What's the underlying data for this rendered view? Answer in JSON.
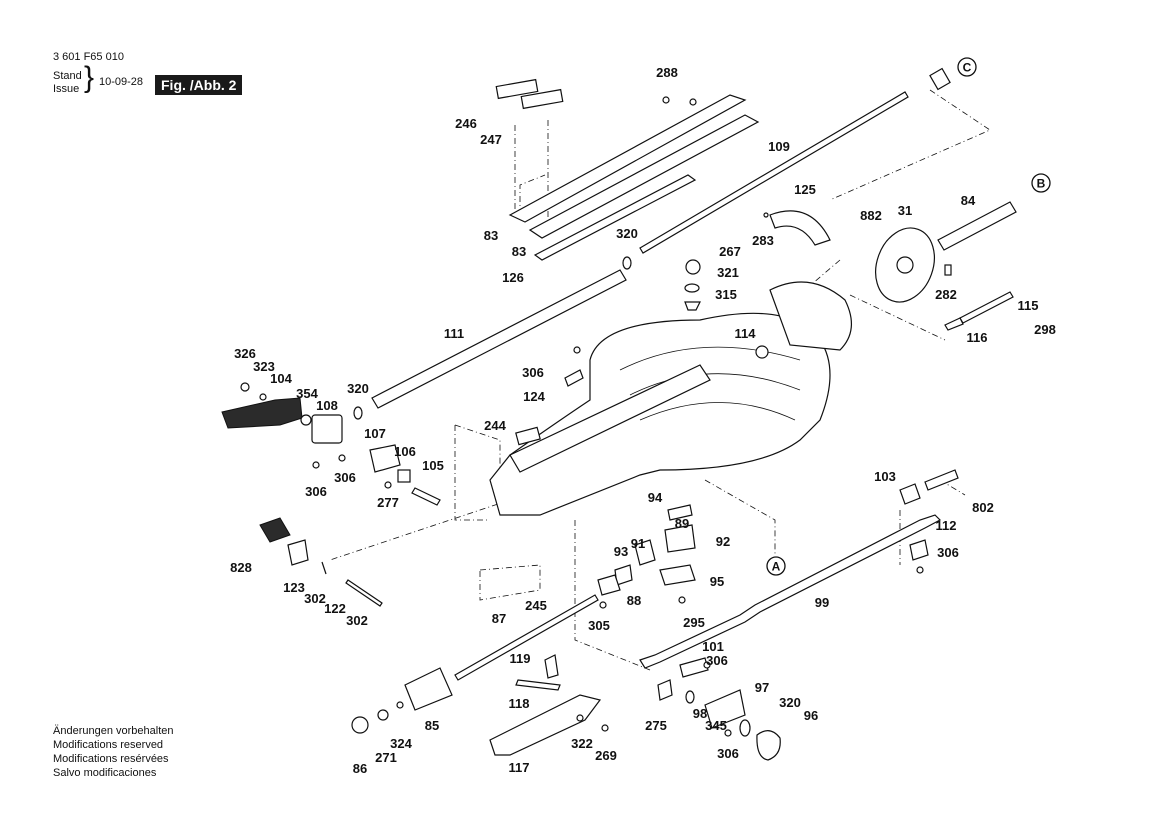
{
  "header": {
    "doc_number": "3 601 F65 010",
    "stand_label": "Stand",
    "issue_label": "Issue",
    "date": "10-09-28",
    "figure": "Fig. /Abb. 2"
  },
  "notes": [
    "Änderungen vorbehalten",
    "Modifications reserved",
    "Modifications resérvées",
    "Salvo modificaciones"
  ],
  "reference_markers": [
    "C",
    "B",
    "A"
  ],
  "part_labels": [
    "288",
    "246",
    "247",
    "109",
    "125",
    "882",
    "31",
    "84",
    "283",
    "83",
    "83",
    "267",
    "320",
    "126",
    "321",
    "315",
    "282",
    "115",
    "298",
    "111",
    "114",
    "116",
    "326",
    "323",
    "104",
    "354",
    "320",
    "306",
    "124",
    "108",
    "107",
    "244",
    "106",
    "105",
    "306",
    "306",
    "277",
    "94",
    "89",
    "92",
    "103",
    "802",
    "91",
    "93",
    "112",
    "306",
    "828",
    "95",
    "123",
    "302",
    "88",
    "99",
    "122",
    "302",
    "245",
    "87",
    "305",
    "295",
    "101",
    "119",
    "306",
    "97",
    "118",
    "320",
    "96",
    "98",
    "85",
    "345",
    "324",
    "271",
    "322",
    "269",
    "275",
    "86",
    "117",
    "306"
  ]
}
